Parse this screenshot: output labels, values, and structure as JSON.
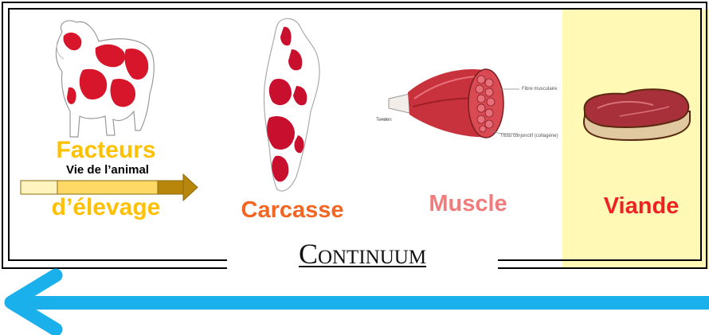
{
  "stages": {
    "facteurs_line1": "Facteurs",
    "facteurs_line2": "d’élevage",
    "vie_animal": "Vie de l’animal",
    "carcasse": "Carcasse",
    "muscle": "Muscle",
    "viande": "Viande"
  },
  "muscle_annotations": {
    "tendon": "Tendon",
    "fibre": "Fibre musculaire",
    "tissu": "Tissu conjonctif (collagène)"
  },
  "title": "Continuum",
  "colors": {
    "facteurs": "#ffc000",
    "carcasse": "#f26522",
    "muscle": "#f27c7c",
    "viande": "#ee2222",
    "highlight": "#fff8a8",
    "arrow": "#1ab0ec",
    "timeline_arrow": "#b8860b"
  },
  "icons": [
    "cow-icon",
    "carcass-icon",
    "muscle-icon",
    "steak-icon",
    "timeline-arrow-icon",
    "continuum-arrow-icon"
  ]
}
